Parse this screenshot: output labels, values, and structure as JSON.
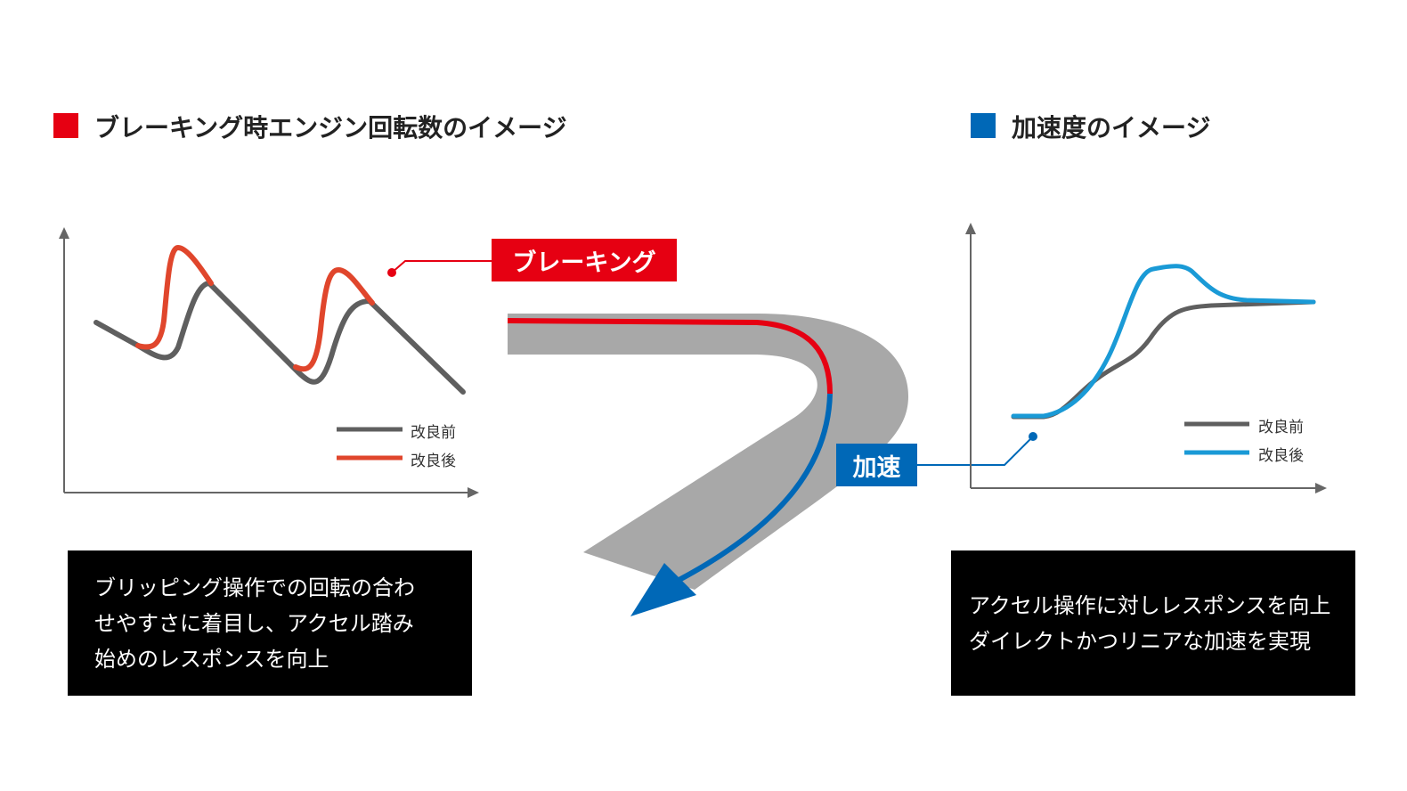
{
  "colors": {
    "red": "#e60012",
    "blue": "#0068b7",
    "gray": "#5f5f5f",
    "lightblue": "#1a9ad6",
    "orange": "#e0462c",
    "road": "#a8a8a8"
  },
  "left_section": {
    "title": "ブレーキング時エンジン回転数のイメージ",
    "legend": {
      "before": "改良前",
      "after": "改良後"
    },
    "note": [
      "ブリッピング操作での回転の合わ",
      "せやすさに着目し、アクセル踏み",
      "始めのレスポンスを向上"
    ]
  },
  "right_section": {
    "title": "加速度のイメージ",
    "legend": {
      "before": "改良前",
      "after": "改良後"
    },
    "note": [
      "アクセル操作に対しレスポンスを向上",
      "ダイレクトかつリニアな加速を実現"
    ]
  },
  "road": {
    "braking_label": "ブレーキング",
    "accel_label": "加速"
  }
}
